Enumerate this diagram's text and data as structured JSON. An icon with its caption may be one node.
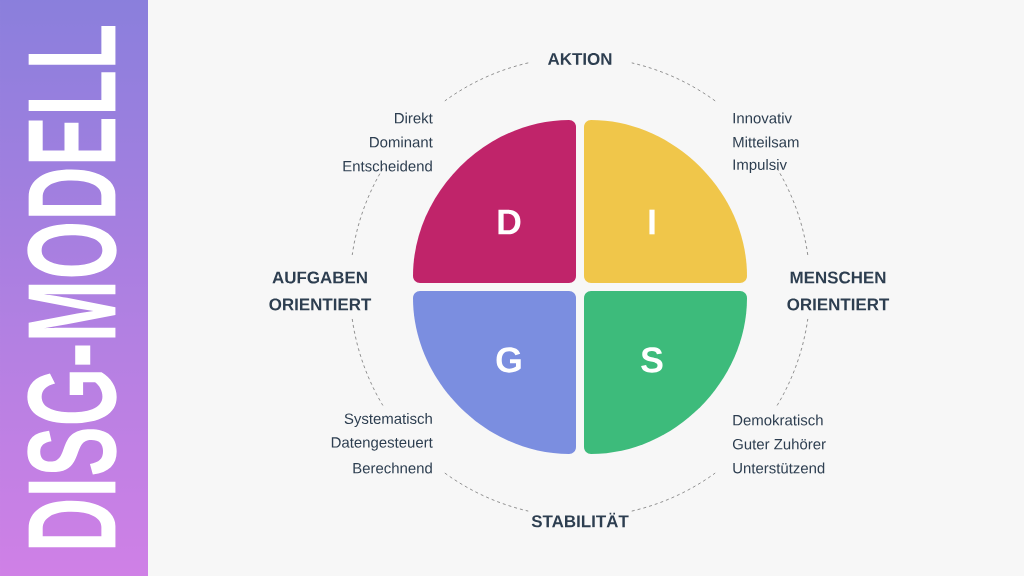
{
  "diagram": {
    "title": "DISG-MODELL",
    "nodes": [
      {
        "text": [
          "D"
        ],
        "beside": [
          "Direkt",
          "Dominant",
          "Entscheidend"
        ]
      },
      {
        "text": [
          "I"
        ],
        "beside": [
          "Innovativ",
          "Mitteilsam",
          "Impulsiv"
        ]
      },
      {
        "text": [
          "G"
        ],
        "beside": [
          "Systematisch",
          "Datengesteuert",
          "Berechnend"
        ]
      },
      {
        "text": [
          "S"
        ],
        "beside": [
          "Demokratisch",
          "Guter Zuhörer",
          "Unterstützend"
        ]
      }
    ],
    "edges": [],
    "labels": [
      "AKTION",
      "AUFGABEN ORIENTIERT",
      "MENSCHEN ORIENTIERT",
      "STABILITÄT"
    ]
  }
}
